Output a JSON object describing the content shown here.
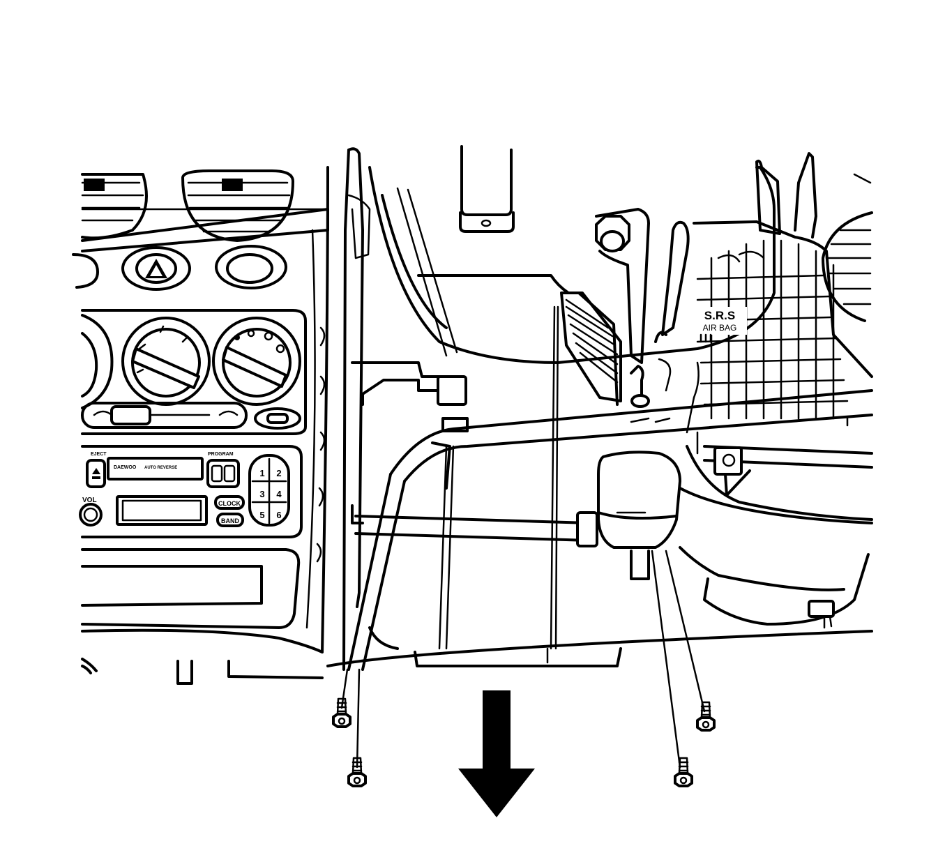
{
  "labels": {
    "srs": "S.R.S",
    "airbag": "AIR BAG",
    "eject": "EJECT",
    "brand": "DAEWOO",
    "auto_reverse": "AUTO REVERSE",
    "program": "PROGRAM",
    "vol": "VOL",
    "clock": "CLOCK",
    "band": "BAND",
    "presets": [
      "1",
      "2",
      "3",
      "4",
      "5",
      "6"
    ]
  },
  "icons": {
    "hazard": "hazard-triangle-icon",
    "arrow": "down-arrow-icon",
    "screw": "screw-icon"
  },
  "colors": {
    "line": "#000000",
    "background": "#ffffff"
  }
}
